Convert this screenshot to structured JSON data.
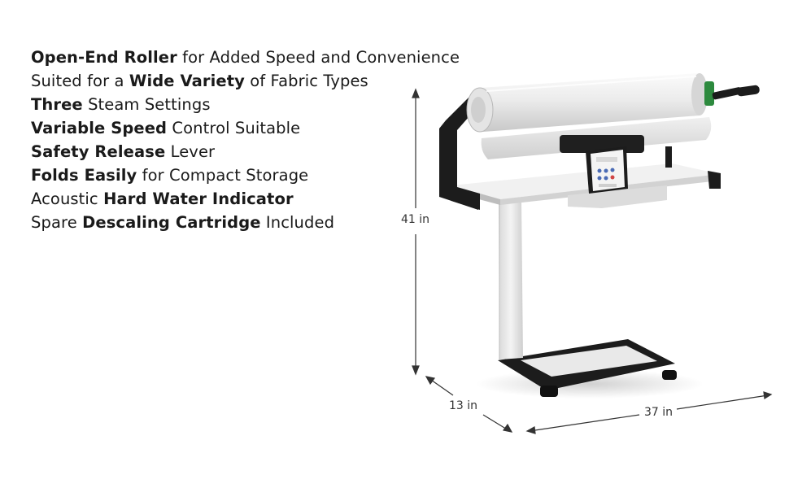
{
  "features": [
    {
      "parts": [
        {
          "text": "Open-End Roller",
          "bold": true
        },
        {
          "text": " for Added Speed and Convenience",
          "bold": false
        }
      ]
    },
    {
      "parts": [
        {
          "text": "Suited for a ",
          "bold": false
        },
        {
          "text": "Wide Variety",
          "bold": true
        },
        {
          "text": " of Fabric Types",
          "bold": false
        }
      ]
    },
    {
      "parts": [
        {
          "text": "Three",
          "bold": true
        },
        {
          "text": " Steam Settings",
          "bold": false
        }
      ]
    },
    {
      "parts": [
        {
          "text": "Variable Speed",
          "bold": true
        },
        {
          "text": " Control Suitable",
          "bold": false
        }
      ]
    },
    {
      "parts": [
        {
          "text": "Safety Release",
          "bold": true
        },
        {
          "text": " Lever",
          "bold": false
        }
      ]
    },
    {
      "parts": [
        {
          "text": "Folds Easily",
          "bold": true
        },
        {
          "text": " for Compact Storage",
          "bold": false
        }
      ]
    },
    {
      "parts": [
        {
          "text": "Acoustic ",
          "bold": false
        },
        {
          "text": "Hard Water Indicator",
          "bold": true
        }
      ]
    },
    {
      "parts": [
        {
          "text": "Spare ",
          "bold": false
        },
        {
          "text": "Descaling Cartridge",
          "bold": true
        },
        {
          "text": " Included",
          "bold": false
        }
      ]
    }
  ],
  "dimensions": {
    "height": "41 in",
    "depth": "13 in",
    "width": "37 in"
  },
  "colors": {
    "frame": "#1c1c1c",
    "body": "#eeeeee",
    "accent": "#2d8a3e"
  }
}
